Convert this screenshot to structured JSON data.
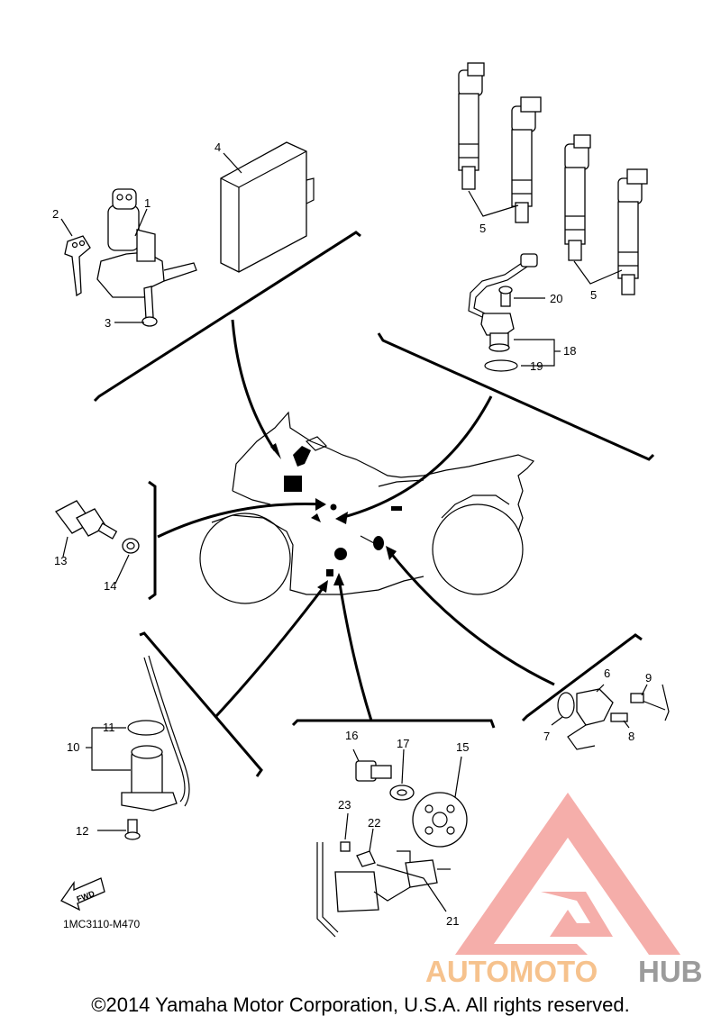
{
  "callouts": {
    "p1": "1",
    "p2": "2",
    "p3": "3",
    "p4": "4",
    "p5a": "5",
    "p5b": "5",
    "p6": "6",
    "p7": "7",
    "p8": "8",
    "p9": "9",
    "p10": "10",
    "p11": "11",
    "p12": "12",
    "p13": "13",
    "p14": "14",
    "p15": "15",
    "p16": "16",
    "p17": "17",
    "p18": "18",
    "p19": "19",
    "p20": "20",
    "p21": "21",
    "p22": "22",
    "p23": "23"
  },
  "fwd_label": "FWD",
  "diagram_code": "1MC3110-M470",
  "watermark": {
    "brand_left": "AUTOMOTO",
    "brand_right": "HUB",
    "color_left": "#f5b87a",
    "color_right": "#8a8a8a",
    "logo_color": "#f4a09c"
  },
  "copyright": "©2014 Yamaha Motor Corporation, U.S.A. All rights reserved."
}
